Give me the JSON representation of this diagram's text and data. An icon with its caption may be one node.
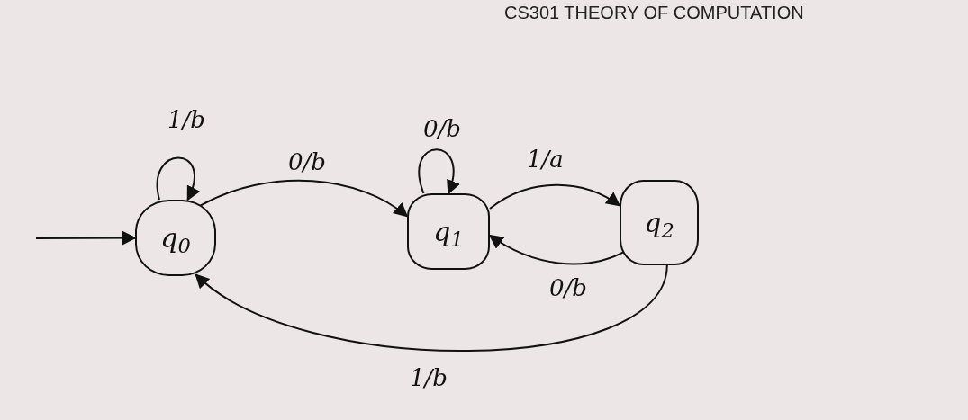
{
  "diagram": {
    "title": "CS301 THEORY OF COMPUTATION",
    "nodes": [
      {
        "text": [
          "q$_{0}$"
        ]
      },
      {
        "text": [
          "q$_{1}$"
        ]
      },
      {
        "text": [
          "q$_{2}$"
        ]
      }
    ],
    "edges": [
      {
        "from": null,
        "to": 0,
        "arrow": "to"
      },
      {
        "from": 0,
        "to": 0,
        "arrow": "to",
        "label": "1/b"
      },
      {
        "from": 0,
        "to": 1,
        "arrow": "to",
        "label": "0/b"
      },
      {
        "from": 1,
        "to": 1,
        "arrow": "to",
        "label": "0/b"
      },
      {
        "from": 1,
        "to": 2,
        "arrow": "to",
        "label": "1/a"
      },
      {
        "from": 2,
        "to": 1,
        "arrow": "to",
        "label": "0/b"
      },
      {
        "from": 2,
        "to": 0,
        "arrow": "to",
        "label": "1/b"
      }
    ]
  }
}
